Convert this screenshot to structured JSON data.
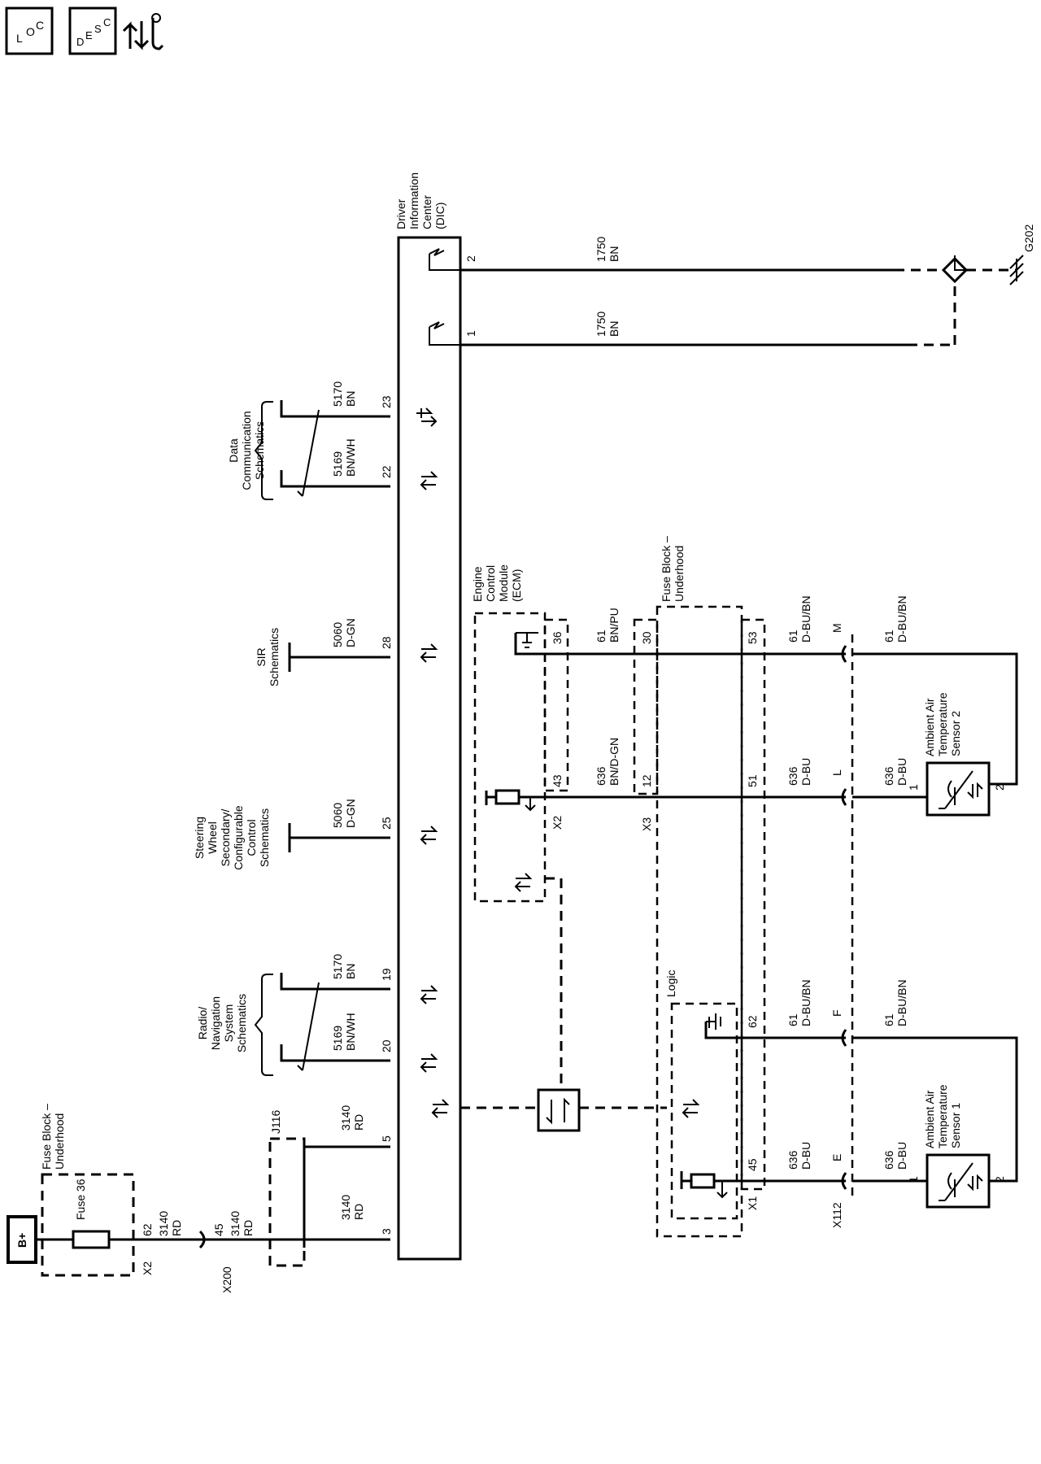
{
  "legend_icons": {
    "loc": [
      "L",
      "O",
      "C"
    ],
    "desc": [
      "D",
      "E",
      "S",
      "C"
    ],
    "updown": "arrows-wrench-icon"
  },
  "power": {
    "bplus": "B+"
  },
  "fuse_block": {
    "label_line1": "Fuse Block –",
    "label_line2": "Underhood",
    "fuse": "Fuse 36",
    "conn": "X2",
    "pin": "62",
    "circuit": "3140",
    "color": "RD"
  },
  "x200": {
    "name": "X200",
    "pin": "45",
    "circuit": "3140",
    "color": "RD"
  },
  "j116": {
    "name": "J116"
  },
  "dic": {
    "label": [
      "Driver",
      "Information",
      "Center",
      "(DIC)"
    ],
    "feeds": [
      {
        "pin": "3",
        "term": "B+",
        "circuit": "3140",
        "color": "RD"
      },
      {
        "pin": "5",
        "term": "B+",
        "circuit": "3140",
        "color": "RD"
      }
    ],
    "grounds": [
      {
        "pin": "1",
        "circuit": "1750",
        "color": "BN"
      },
      {
        "pin": "2",
        "circuit": "1750",
        "color": "BN"
      }
    ]
  },
  "ground": {
    "name": "G202"
  },
  "data_comm": {
    "label": [
      "Data",
      "Communication",
      "Schematics"
    ],
    "wires": [
      {
        "pin": "23",
        "circuit": "5170",
        "color": "BN"
      },
      {
        "pin": "22",
        "circuit": "5169",
        "color": "BN/WH"
      }
    ]
  },
  "sir": {
    "label": [
      "SIR",
      "Schematics"
    ],
    "pin": "28",
    "circuit": "5060",
    "color": "D-GN"
  },
  "steering": {
    "label": [
      "Steering",
      "Wheel",
      "Secondary/",
      "Configurable",
      "Control",
      "Schematics"
    ],
    "pin": "25",
    "circuit": "5060",
    "color": "D-GN"
  },
  "radio": {
    "label": [
      "Radio/",
      "Navigation",
      "System",
      "Schematics"
    ],
    "wires": [
      {
        "pin": "19",
        "circuit": "5170",
        "color": "BN"
      },
      {
        "pin": "20",
        "circuit": "5169",
        "color": "BN/WH"
      }
    ]
  },
  "ecm": {
    "label": [
      "Engine",
      "Control",
      "Module",
      "(ECM)"
    ],
    "conn": "X2",
    "pin_low": "36",
    "low_circuit": "61",
    "low_color": "BN/PU",
    "pin_sig": "43",
    "sig_circuit": "636",
    "sig_color": "BN/D-GN"
  },
  "fuse_block2": {
    "label": [
      "Fuse Block –",
      "Underhood"
    ],
    "x3_conn": "X3",
    "x3_pin_low": "30",
    "x3_pin_sig": "12",
    "out_pin_low": "53",
    "out_pin_sig": "51",
    "logic": "Logic",
    "x1_conn": "X1",
    "x1_pin_low": "62",
    "x1_pin_sig": "45"
  },
  "x112": {
    "name": "X112",
    "pins": {
      "M": "M",
      "L": "L",
      "F": "F",
      "E": "E"
    },
    "w_M": {
      "circuit": "61",
      "color": "D-BU/BN"
    },
    "w_L": {
      "circuit": "636",
      "color": "D-BU"
    },
    "w_F": {
      "circuit": "61",
      "color": "D-BU/BN"
    },
    "w_E": {
      "circuit": "636",
      "color": "D-BU"
    }
  },
  "sensor2": {
    "label": [
      "Ambient Air",
      "Temperature",
      "Sensor 2"
    ],
    "pin1": "1",
    "pin2": "2",
    "circuit_in": "636",
    "color_in": "D-BU",
    "circuit_out": "61",
    "color_out": "D-BU/BN"
  },
  "sensor1": {
    "label": [
      "Ambient Air",
      "Temperature",
      "Sensor 1"
    ],
    "pin1": "1",
    "pin2": "2",
    "circuit_in": "636",
    "color_in": "D-BU",
    "circuit_out": "61",
    "color_out": "D-BU/BN"
  }
}
